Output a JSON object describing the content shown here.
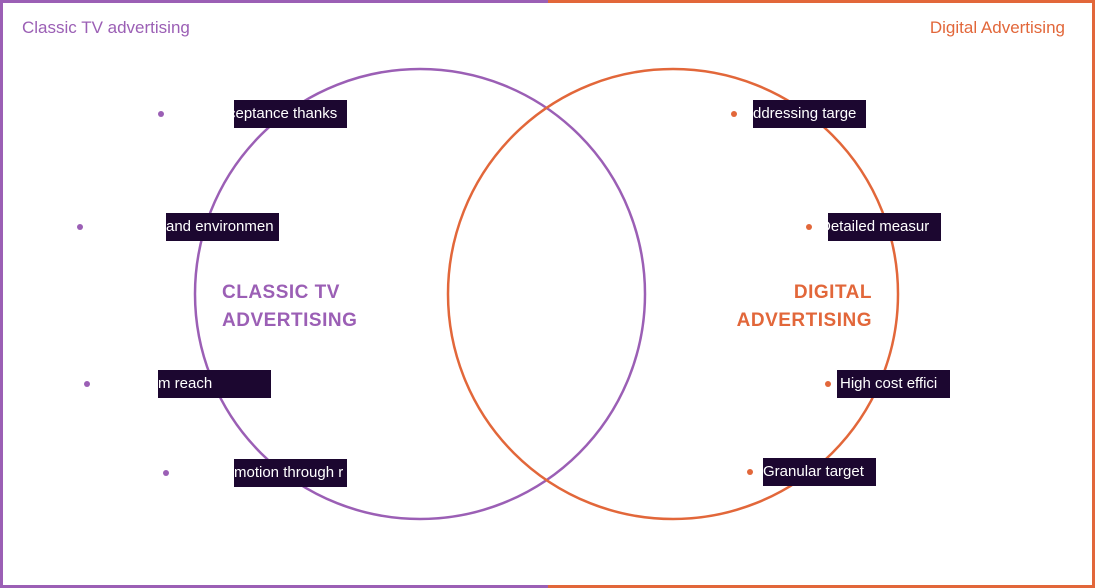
{
  "titles": {
    "left": "Classic TV advertising",
    "right": "Digital Advertising"
  },
  "circles": {
    "left_label_line1": "CLASSIC TV",
    "left_label_line2": "ADVERTISING",
    "right_label_line1": "DIGITAL",
    "right_label_line2": "ADVERTISING"
  },
  "left_items": [
    {
      "visible_text": "ceptance thanks"
    },
    {
      "visible_text": "and environmen"
    },
    {
      "visible_text": "m reach"
    },
    {
      "visible_text": "motion through r"
    }
  ],
  "right_items": [
    {
      "visible_text": "ddressing targe"
    },
    {
      "visible_text": "Detailed measur"
    },
    {
      "visible_text": "High cost effici"
    },
    {
      "visible_text": "Granular target"
    }
  ],
  "colors": {
    "purple": "#9b5fb5",
    "orange": "#e2673a",
    "tag_background": "#1c0730",
    "page_background": "#ffffff"
  }
}
